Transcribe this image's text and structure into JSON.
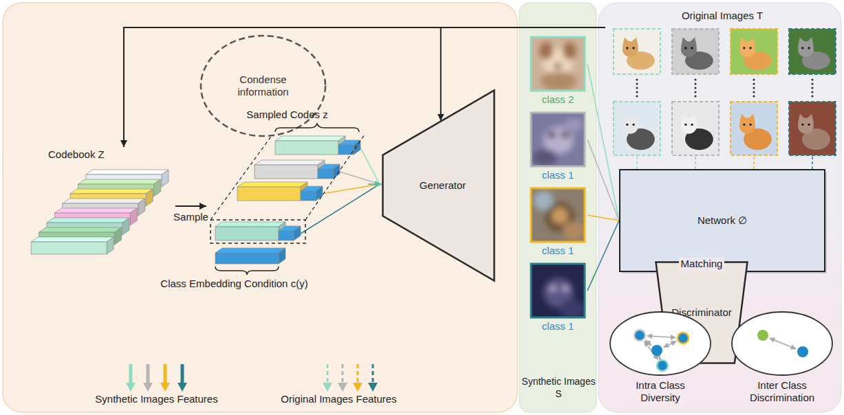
{
  "diagram": {
    "nodes": [
      {
        "text": [
          "Condense information"
        ]
      },
      {
        "text": [
          "Codebook Z"
        ]
      },
      {
        "text": [
          "Sampled Codes z"
        ]
      },
      {
        "text": [
          "Generator"
        ]
      },
      {
        "text": [
          "class 2"
        ]
      },
      {
        "text": [
          "class 1"
        ]
      },
      {
        "text": [
          "class 1"
        ]
      },
      {
        "text": [
          "class 1"
        ]
      },
      {
        "text": [
          "Original Images T"
        ]
      },
      {
        "text": [
          "Network ∅"
        ]
      },
      {
        "text": [
          "Discriminator"
        ]
      },
      {
        "text": [
          "Intra Class Diversity"
        ]
      },
      {
        "text": [
          "Inter Class Discrimination"
        ]
      }
    ],
    "edges": [
      {
        "from": 8,
        "to": 1,
        "arrow": "to"
      },
      {
        "from": 8,
        "to": 3,
        "arrow": "to"
      },
      {
        "from": 1,
        "to": 2,
        "arrow": "to",
        "label": "Sample"
      },
      {
        "from": 2,
        "to": 3,
        "arrow": "to"
      },
      {
        "from": 4,
        "to": 9,
        "arrow": "none"
      },
      {
        "from": 5,
        "to": 9,
        "arrow": "none"
      },
      {
        "from": 6,
        "to": 9,
        "arrow": "none"
      },
      {
        "from": 7,
        "to": 9,
        "arrow": "none"
      },
      {
        "from": 8,
        "to": 9,
        "arrow": "none"
      },
      {
        "from": 9,
        "to": 10,
        "arrow": "to",
        "label": "Matching"
      }
    ],
    "labels": [
      "Class Embedding Condition c(y)",
      "Synthetic Images S"
    ],
    "legend": [
      {
        "text": "Synthetic Images Features"
      },
      {
        "text": "Original Images Features"
      }
    ]
  }
}
